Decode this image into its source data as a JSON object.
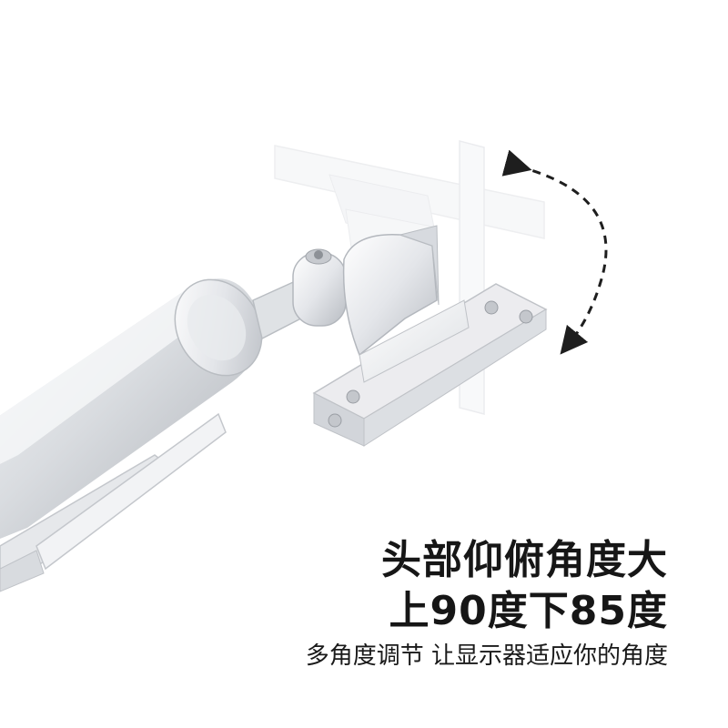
{
  "colors": {
    "background": "#ffffff",
    "text": "#161616",
    "arm_highlight": "#f4f5f7",
    "arm_shadow": "#aeb1b6",
    "arrow": "#1e1e1e"
  },
  "icons": [
    "monitor-arm-image",
    "tilt-arrow-icon"
  ],
  "headline": {
    "line1": "头部仰俯角度大",
    "line2": "上90度下85度"
  },
  "subline": "多角度调节 让显示器适应你的角度"
}
